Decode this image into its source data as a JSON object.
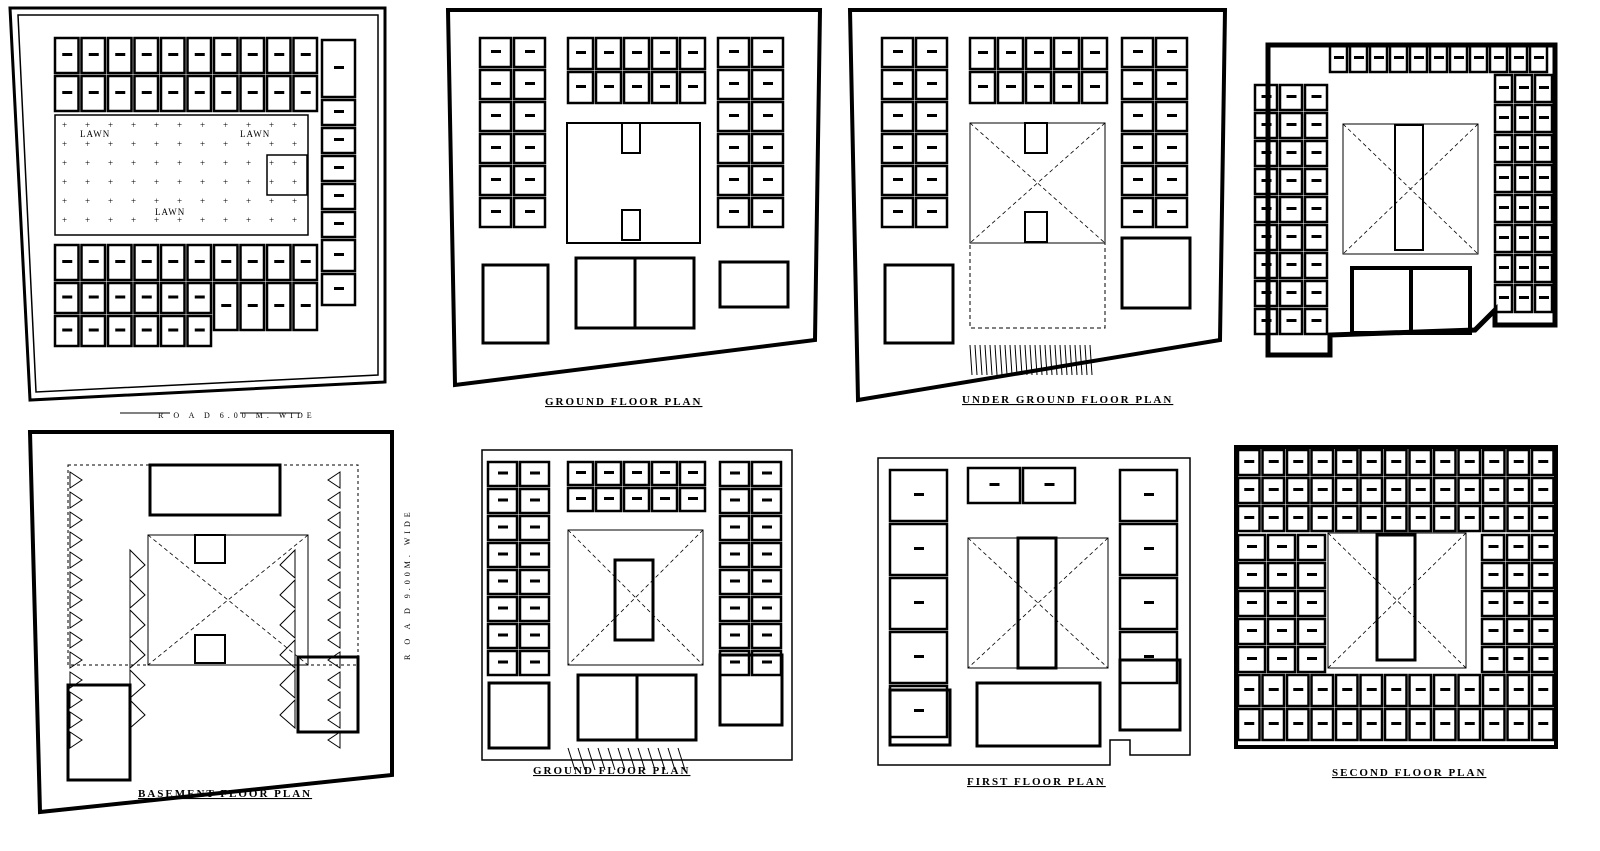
{
  "sheet": {
    "line_color": "#000000",
    "background": "#ffffff",
    "plans": [
      {
        "id": "site-plan",
        "title": "",
        "lawn_labels": [
          "LAWN",
          "LAWN",
          "LAWN"
        ]
      },
      {
        "id": "ground-floor-plan-1",
        "title": "GROUND FLOOR PLAN"
      },
      {
        "id": "under-ground-floor-plan",
        "title": "UNDER GROUND FLOOR PLAN"
      },
      {
        "id": "upper-floor-plan",
        "title": ""
      },
      {
        "id": "basement-floor-plan",
        "title": "BASEMENT FLOOR PLAN",
        "road_top": "R O A D  6.00 M. WIDE",
        "road_right": "R O A D  9.00M. WIDE"
      },
      {
        "id": "ground-floor-plan-2",
        "title": "GROUND FLOOR PLAN"
      },
      {
        "id": "first-floor-plan",
        "title": "FIRST FLOOR PLAN"
      },
      {
        "id": "second-floor-plan",
        "title": "SECOND FLOOR PLAN"
      }
    ]
  }
}
